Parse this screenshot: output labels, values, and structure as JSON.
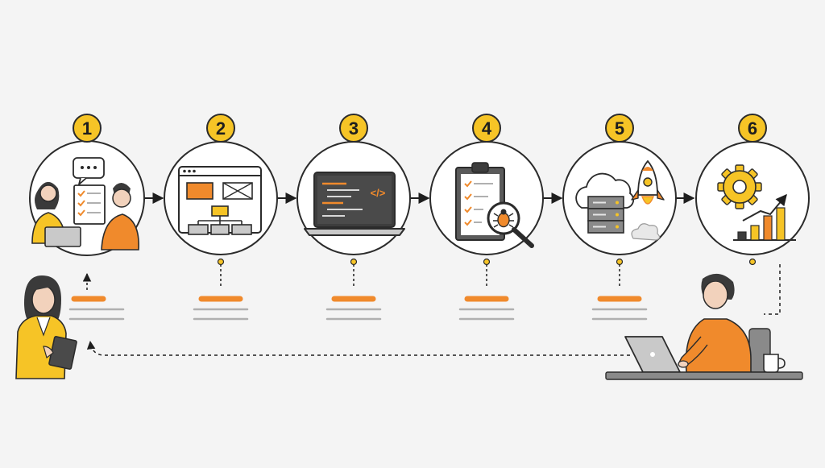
{
  "colors": {
    "background": "#f4f4f4",
    "outline": "#2b2b2b",
    "badge_yellow": "#f6c426",
    "accent_orange": "#f08a2c",
    "placeholder_gray": "#b0b0b0",
    "device_gray": "#c9c9c9",
    "screen_dark": "#3d3d3d"
  },
  "steps": [
    {
      "number": "1",
      "icon": "meeting-requirements-icon"
    },
    {
      "number": "2",
      "icon": "wireframe-design-icon"
    },
    {
      "number": "3",
      "icon": "laptop-code-icon"
    },
    {
      "number": "4",
      "icon": "clipboard-bug-test-icon"
    },
    {
      "number": "5",
      "icon": "cloud-server-rocket-icon"
    },
    {
      "number": "6",
      "icon": "gear-growth-chart-icon"
    }
  ],
  "people": {
    "left": "woman-with-clipboard-icon",
    "right": "man-at-laptop-icon"
  },
  "connectors": {
    "between_steps": "arrow-right-icon",
    "feedback_loop": "dashed-return-arrow-icon"
  }
}
